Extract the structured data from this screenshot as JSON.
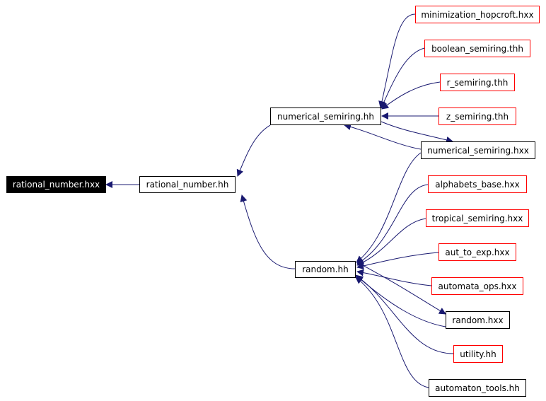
{
  "colors": {
    "edge": "#191970",
    "root_fill": "#000000",
    "node_border": "#000000",
    "leaf_border": "#ff0000"
  },
  "nodes": {
    "rational_number_hxx": {
      "label": "rational_number.hxx"
    },
    "rational_number_hh": {
      "label": "rational_number.hh"
    },
    "numerical_semiring_hh": {
      "label": "numerical_semiring.hh"
    },
    "random_hh": {
      "label": "random.hh"
    },
    "minimization_hopcroft_hxx": {
      "label": "minimization_hopcroft.hxx"
    },
    "boolean_semiring_thh": {
      "label": "boolean_semiring.thh"
    },
    "r_semiring_thh": {
      "label": "r_semiring.thh"
    },
    "z_semiring_thh": {
      "label": "z_semiring.thh"
    },
    "numerical_semiring_hxx": {
      "label": "numerical_semiring.hxx"
    },
    "alphabets_base_hxx": {
      "label": "alphabets_base.hxx"
    },
    "tropical_semiring_hxx": {
      "label": "tropical_semiring.hxx"
    },
    "aut_to_exp_hxx": {
      "label": "aut_to_exp.hxx"
    },
    "automata_ops_hxx": {
      "label": "automata_ops.hxx"
    },
    "random_hxx": {
      "label": "random.hxx"
    },
    "utility_hh": {
      "label": "utility.hh"
    },
    "automaton_tools_hh": {
      "label": "automaton_tools.hh"
    }
  },
  "edges": [
    {
      "from": "rational_number_hh",
      "to": "rational_number_hxx"
    },
    {
      "from": "numerical_semiring_hh",
      "to": "rational_number_hh"
    },
    {
      "from": "random_hh",
      "to": "rational_number_hh"
    },
    {
      "from": "minimization_hopcroft_hxx",
      "to": "numerical_semiring_hh"
    },
    {
      "from": "boolean_semiring_thh",
      "to": "numerical_semiring_hh"
    },
    {
      "from": "r_semiring_thh",
      "to": "numerical_semiring_hh"
    },
    {
      "from": "z_semiring_thh",
      "to": "numerical_semiring_hh"
    },
    {
      "from": "numerical_semiring_hxx",
      "to": "numerical_semiring_hh"
    },
    {
      "from": "numerical_semiring_hh",
      "to": "numerical_semiring_hxx"
    },
    {
      "from": "numerical_semiring_hxx",
      "to": "random_hh"
    },
    {
      "from": "alphabets_base_hxx",
      "to": "random_hh"
    },
    {
      "from": "tropical_semiring_hxx",
      "to": "random_hh"
    },
    {
      "from": "aut_to_exp_hxx",
      "to": "random_hh"
    },
    {
      "from": "automata_ops_hxx",
      "to": "random_hh"
    },
    {
      "from": "random_hxx",
      "to": "random_hh"
    },
    {
      "from": "random_hh",
      "to": "random_hxx"
    },
    {
      "from": "utility_hh",
      "to": "random_hh"
    },
    {
      "from": "automaton_tools_hh",
      "to": "random_hh"
    }
  ]
}
